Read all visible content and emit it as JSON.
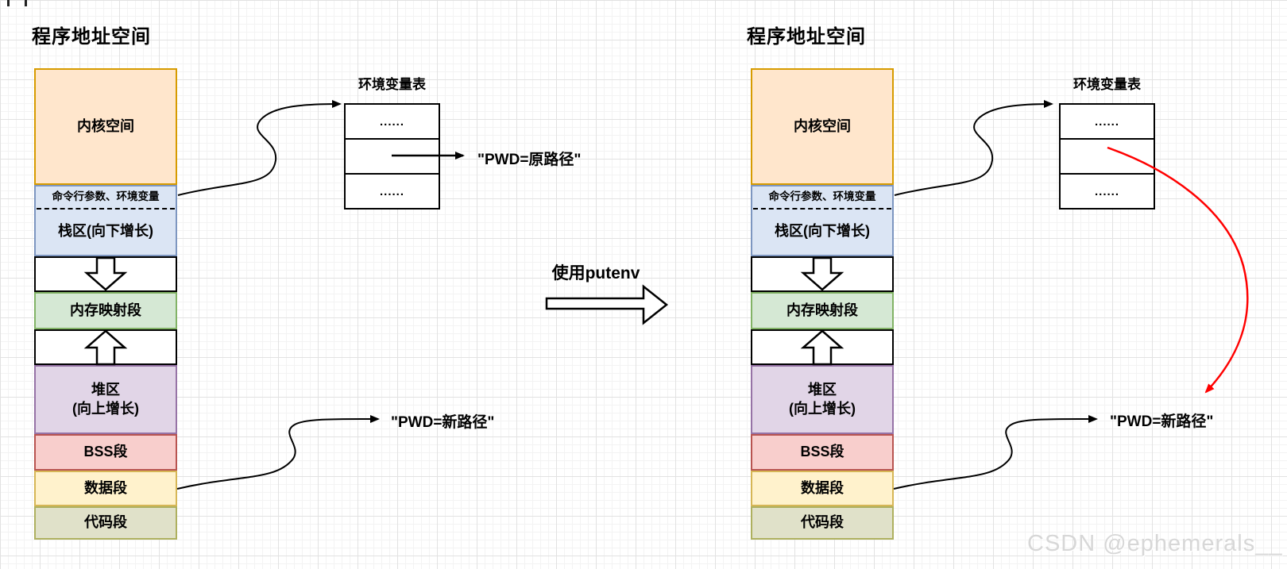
{
  "left": {
    "title": "程序地址空间",
    "env_table": {
      "title": "环境变量表",
      "rows": [
        "......",
        "",
        "......"
      ]
    },
    "pwd_old_label": "\"PWD=原路径\"",
    "pwd_new_label": "\"PWD=新路径\""
  },
  "right": {
    "title": "程序地址空间",
    "env_table": {
      "title": "环境变量表",
      "rows": [
        "......",
        "",
        "......"
      ]
    },
    "pwd_new_label": "\"PWD=新路径\""
  },
  "segments": {
    "kernel": {
      "label": "内核空间",
      "fill": "#ffe6cc",
      "border": "#d79b00"
    },
    "stack_header": {
      "label": "命令行参数、环境变量"
    },
    "stack": {
      "label": "栈区(向下增长)",
      "fill": "#dbe5f4",
      "border": "#7d96c0"
    },
    "mmap": {
      "label": "内存映射段",
      "fill": "#d5e8d4",
      "border": "#82b366"
    },
    "heap": {
      "label_line1": "堆区",
      "label_line2": "(向上增长)",
      "fill": "#e1d5e7",
      "border": "#9673a6"
    },
    "bss": {
      "label": "BSS段",
      "fill": "#f8cecc",
      "border": "#b85450"
    },
    "data": {
      "label": "数据段",
      "fill": "#fff2cc",
      "border": "#d6b656"
    },
    "code": {
      "label": "代码段",
      "fill": "#e0e1c9",
      "border": "#aeb05f"
    }
  },
  "transition": {
    "label": "使用putenv"
  },
  "watermark": "CSDN @ephemerals__",
  "colors": {
    "connector": "#000000",
    "highlight_connector": "#ff0000"
  }
}
